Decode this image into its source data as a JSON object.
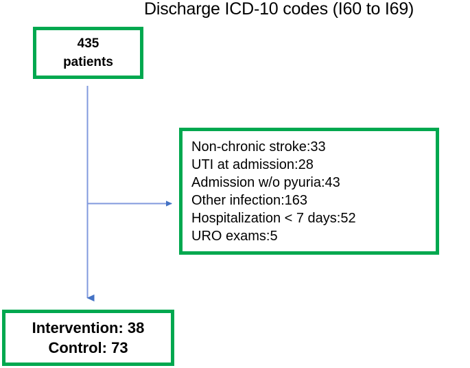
{
  "title": "Discharge ICD-10 codes (I60 to I69)",
  "colors": {
    "box_border_green": "#00a84f",
    "connector_line_blue": "#8098dd",
    "arrowhead_blue": "#4472c4",
    "text_black": "#000000",
    "background_white": "#ffffff"
  },
  "nodes": {
    "cohort": {
      "lines": [
        "435",
        "patients"
      ]
    },
    "exclusions": {
      "lines": [
        "Non-chronic stroke:33",
        "UTI at admission:28",
        "Admission w/o pyuria:43",
        "Other infection:163",
        "Hospitalization < 7 days:52",
        "URO exams:5"
      ],
      "items": [
        {
          "label": "Non-chronic stroke",
          "count": 33
        },
        {
          "label": "UTI at admission",
          "count": 28
        },
        {
          "label": "Admission w/o pyuria",
          "count": 43
        },
        {
          "label": "Other infection",
          "count": 163
        },
        {
          "label": "Hospitalization < 7 days",
          "count": 52
        },
        {
          "label": "URO exams",
          "count": 5
        }
      ]
    },
    "groups": {
      "lines": [
        "Intervention: 38",
        "Control: 73"
      ],
      "items": [
        {
          "label": "Intervention",
          "count": 38
        },
        {
          "label": "Control",
          "count": 73
        }
      ]
    }
  },
  "connectors": [
    {
      "name": "cohort-to-exclusions",
      "direction": "right",
      "from": "cohort",
      "to": "exclusions"
    },
    {
      "name": "cohort-to-groups",
      "direction": "down",
      "from": "cohort",
      "to": "groups"
    }
  ]
}
